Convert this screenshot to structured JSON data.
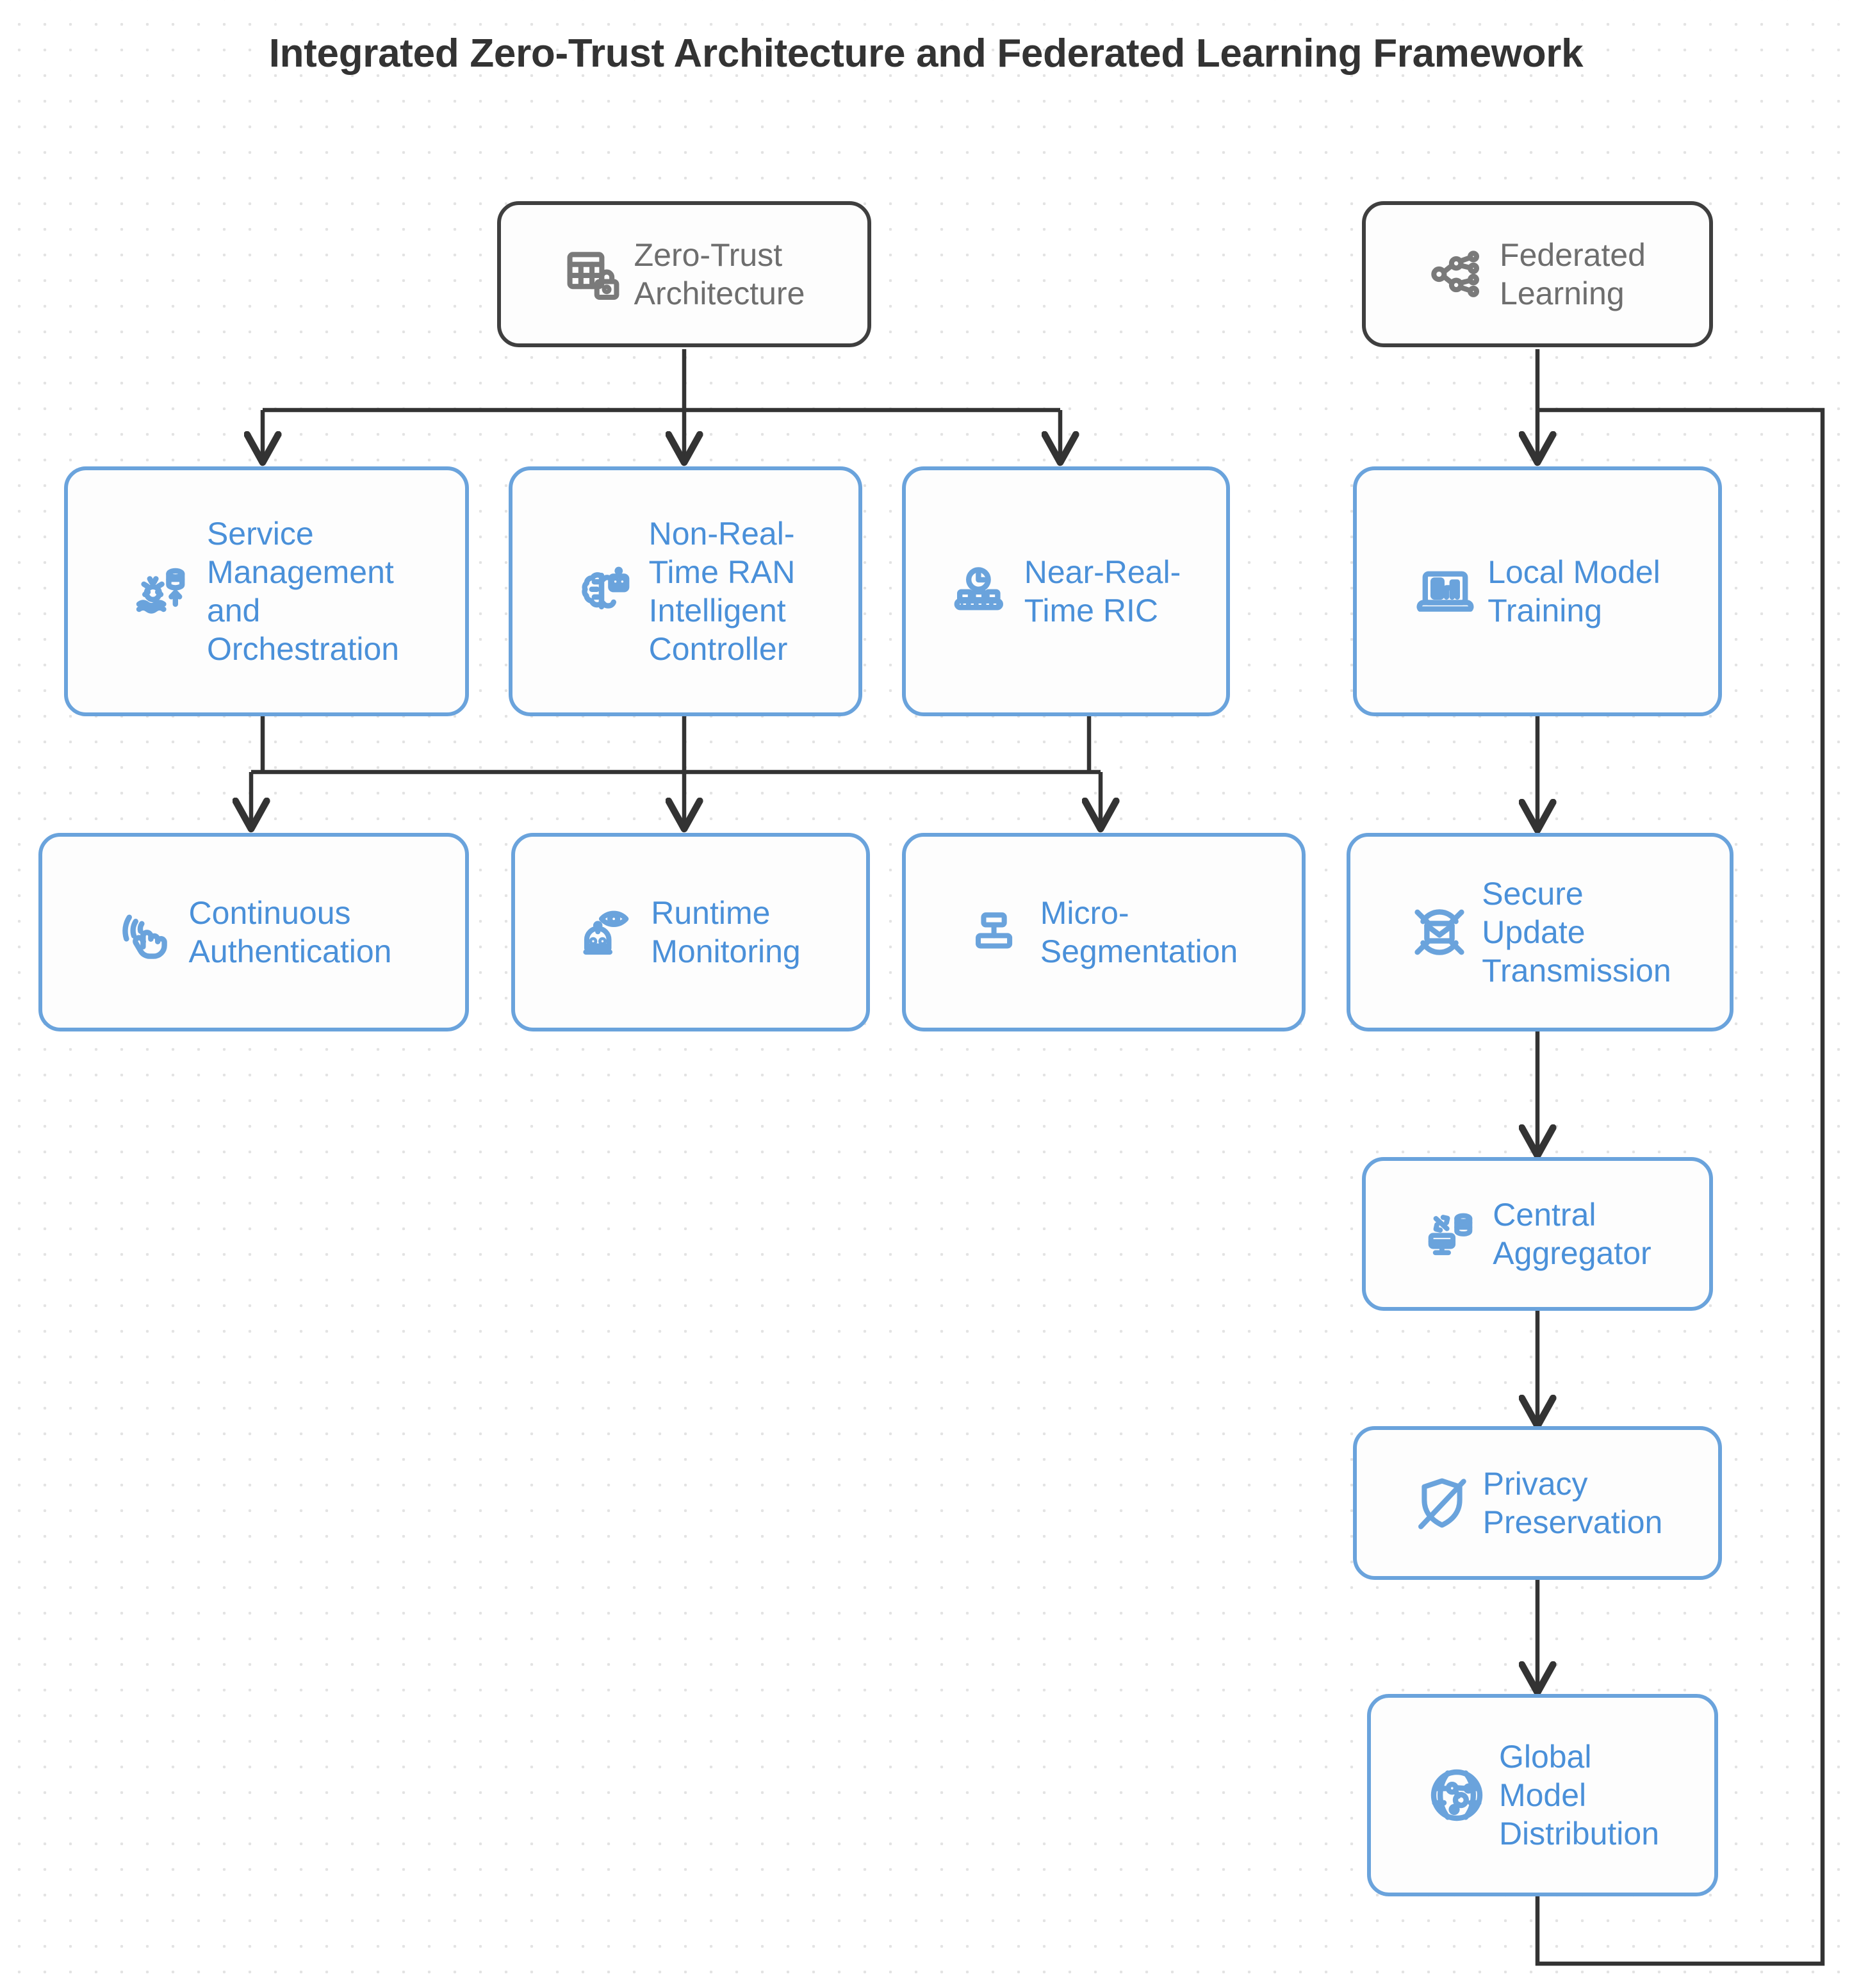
{
  "title": "Integrated Zero-Trust Architecture and Federated Learning Framework",
  "colors": {
    "root_border": "#3f3f3f",
    "root_text": "#6e6e6e",
    "leaf_border": "#6aa3dc",
    "leaf_text": "#4a90d9",
    "edge": "#333333",
    "feedback_edge": "#333333",
    "canvas_bg": "#ffffff",
    "grid_dot": "#e3e3e3"
  },
  "diagram": {
    "type": "flowchart",
    "direction": "top-down",
    "nodes": [
      {
        "id": "zta",
        "label": "Zero-Trust\nArchitecture",
        "icon": "table-lock-icon",
        "style": "root"
      },
      {
        "id": "fl",
        "label": "Federated\nLearning",
        "icon": "share-network-icon",
        "style": "root"
      },
      {
        "id": "smo",
        "label": "Service\nManagement\nand\nOrchestration",
        "icon": "gear-database-arrow-icon",
        "style": "leaf"
      },
      {
        "id": "nrt",
        "label": "Non-Real-\nTime RAN\nIntelligent\nController",
        "icon": "brain-robot-icon",
        "style": "leaf"
      },
      {
        "id": "ric",
        "label": "Near-Real-\nTime RIC",
        "icon": "clock-conveyor-icon",
        "style": "leaf"
      },
      {
        "id": "lmt",
        "label": "Local Model\nTraining",
        "icon": "laptop-chart-icon",
        "style": "leaf"
      },
      {
        "id": "cauth",
        "label": "Continuous\nAuthentication",
        "icon": "fingerprint-touch-icon",
        "style": "leaf"
      },
      {
        "id": "rmon",
        "label": "Runtime\nMonitoring",
        "icon": "eye-robot-icon",
        "style": "leaf"
      },
      {
        "id": "mseg",
        "label": "Micro-\nSegmentation",
        "icon": "micro-segmentation-icon",
        "style": "leaf"
      },
      {
        "id": "sut",
        "label": "Secure\nUpdate\nTransmission",
        "icon": "secure-envelope-icon",
        "style": "leaf"
      },
      {
        "id": "agg",
        "label": "Central\nAggregator",
        "icon": "server-sync-icon",
        "style": "leaf"
      },
      {
        "id": "priv",
        "label": "Privacy\nPreservation",
        "icon": "shield-slash-icon",
        "style": "leaf"
      },
      {
        "id": "gmd",
        "label": "Global\nModel\nDistribution",
        "icon": "globe-network-icon",
        "style": "leaf"
      }
    ],
    "edges": [
      {
        "from": "zta",
        "to": "smo",
        "kind": "arrow"
      },
      {
        "from": "zta",
        "to": "nrt",
        "kind": "arrow"
      },
      {
        "from": "zta",
        "to": "ric",
        "kind": "arrow"
      },
      {
        "from": "smo",
        "to": "cauth",
        "kind": "arrow"
      },
      {
        "from": "nrt",
        "to": "rmon",
        "kind": "arrow"
      },
      {
        "from": "ric",
        "to": "mseg",
        "kind": "arrow"
      },
      {
        "from": "fl",
        "to": "lmt",
        "kind": "arrow"
      },
      {
        "from": "lmt",
        "to": "sut",
        "kind": "arrow"
      },
      {
        "from": "sut",
        "to": "agg",
        "kind": "arrow"
      },
      {
        "from": "agg",
        "to": "priv",
        "kind": "arrow"
      },
      {
        "from": "priv",
        "to": "gmd",
        "kind": "arrow"
      },
      {
        "from": "fl",
        "to": "gmd",
        "kind": "feedback-loop"
      }
    ]
  }
}
